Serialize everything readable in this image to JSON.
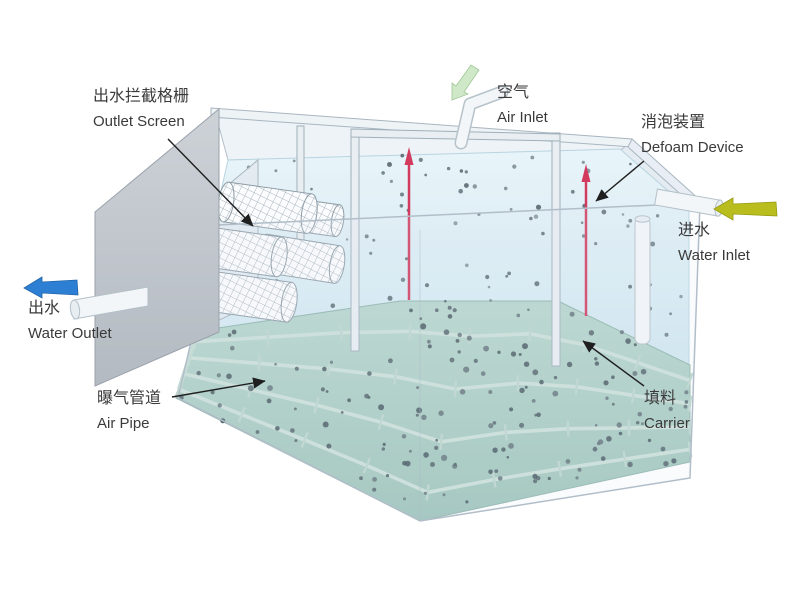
{
  "labels": {
    "outlet_screen": {
      "zh": "出水拦截格栅",
      "en": "Outlet Screen"
    },
    "air_inlet": {
      "zh": "空气",
      "en": "Air Inlet"
    },
    "defoam_device": {
      "zh": "消泡装置",
      "en": "Defoam Device"
    },
    "water_inlet": {
      "zh": "进水",
      "en": "Water Inlet"
    },
    "water_outlet": {
      "zh": "出水",
      "en": "Water Outlet"
    },
    "air_pipe": {
      "zh": "曝气管道",
      "en": "Air Pipe"
    },
    "carrier": {
      "zh": "填料",
      "en": "Carrier"
    }
  },
  "arrows": {
    "water_inlet_color": "#b9bd1e",
    "water_outlet_color": "#2d7fd3",
    "air_inlet_color": "#cfe9c8",
    "leader_color": "#1f1f1f",
    "defoam_rod_color": "#d23b5e"
  },
  "illustration": {
    "water_color": "#cfe7f0",
    "floor_color": "#9cc3b9",
    "water_dot_count": 95,
    "floor_dot_count": 150
  }
}
